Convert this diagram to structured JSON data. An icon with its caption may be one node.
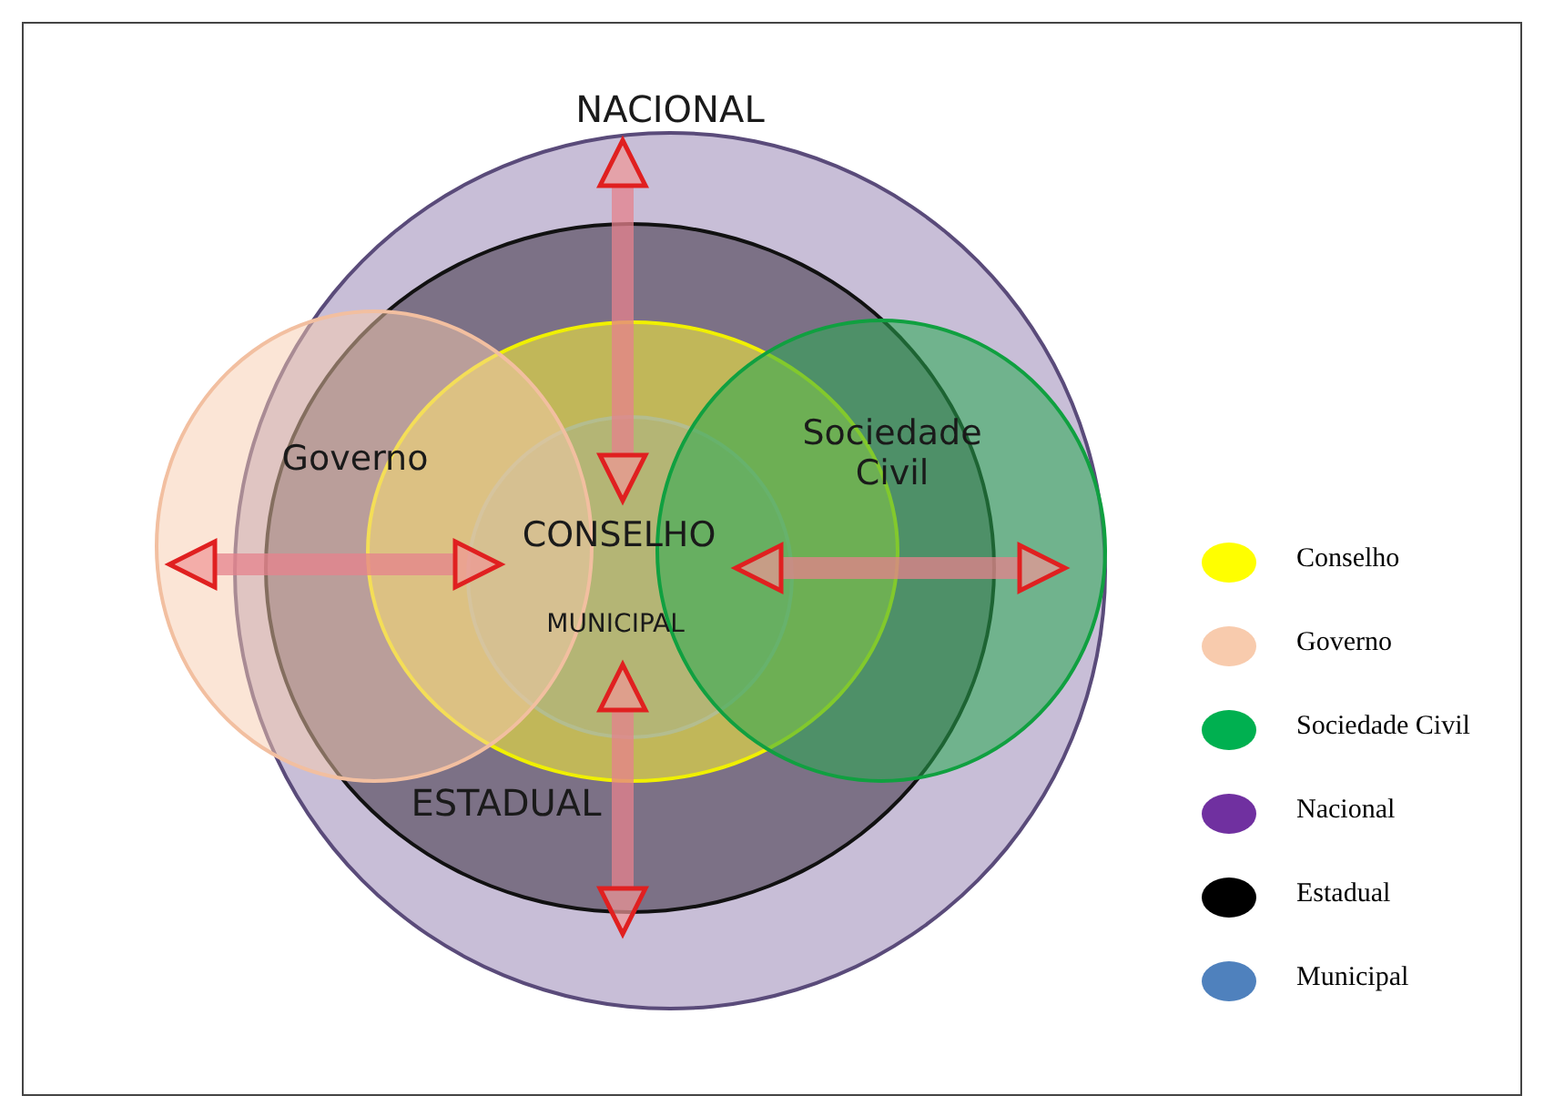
{
  "diagram": {
    "nodes": [
      {
        "text": [
          "NACIONAL"
        ]
      },
      {
        "text": [
          "ESTADUAL"
        ],
        "in": 0
      },
      {
        "text": [],
        "shape": "circle",
        "in": 1
      },
      {
        "text": [
          "CONSELHO",
          "MUNICIPAL"
        ],
        "in": 2
      },
      {
        "text": [
          "Governo"
        ]
      },
      {
        "text": [
          "Sociedade Civil"
        ],
        "in": 0
      }
    ],
    "edges": [
      {
        "from": 0,
        "to": 3,
        "arrow": "both"
      },
      {
        "from": 4,
        "to": 3,
        "arrow": "both"
      },
      {
        "from": 3,
        "to": 5,
        "arrow": "both"
      },
      {
        "from": 3,
        "to": 1,
        "arrow": "both"
      }
    ],
    "legend": [
      {
        "text": "Conselho",
        "color": "#ffff00"
      },
      {
        "text": "Governo",
        "color": "#f8cbad"
      },
      {
        "text": "Sociedade Civil",
        "color": "#00b050"
      },
      {
        "text": "Nacional",
        "color": "#7030a0"
      },
      {
        "text": "Estadual",
        "color": "#000000"
      },
      {
        "text": "Municipal",
        "color": "#4f81bd"
      }
    ]
  }
}
